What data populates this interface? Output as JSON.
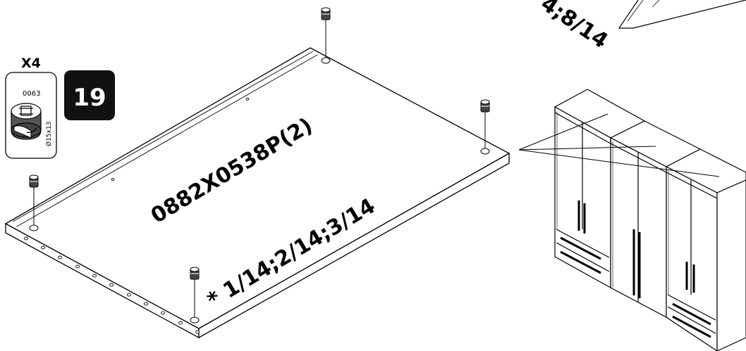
{
  "step_number": "19",
  "part": {
    "quantity": "X4",
    "code": "0063",
    "size": "Ø15x13"
  },
  "panel": {
    "part_label": "0882X0538P(2)",
    "position_label": "* 1/14;2/14;3/14",
    "cut_label_top": "4;8/14"
  },
  "colors": {
    "line": "#000000",
    "background": "#ffffff",
    "badge": "#111111"
  }
}
